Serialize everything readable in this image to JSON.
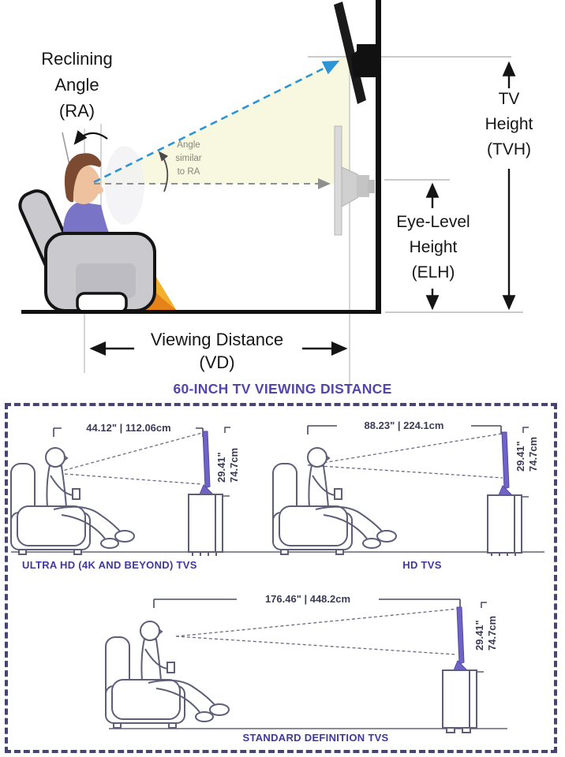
{
  "colors": {
    "accent_purple": "#5246ad",
    "label_purple": "#40389c",
    "border_purple": "#474372",
    "sightline_blue": "#2d95d5",
    "triangle_fill": "#f8f8e0",
    "lineart_gray_blue": "#5e5e78",
    "tv_fill_purple": "#6f63c8",
    "chair_gray": "#c9c9ce",
    "shirt_purple": "#7a74c6",
    "feet_orange": "#e6821a"
  },
  "top_diagram": {
    "reclining_angle_label": "Reclining\nAngle\n(RA)",
    "angle_note": "Angle\nsimilar\nto RA",
    "tv_height_label": "TV\nHeight\n(TVH)",
    "eye_level_label": "Eye-Level\nHeight\n(ELH)",
    "viewing_distance_label": "Viewing Distance\n(VD)"
  },
  "section": {
    "title": "60-INCH TV VIEWING DISTANCE",
    "tvs": [
      {
        "label": "ULTRA HD (4K AND BEYOND) TVS",
        "distance": "44.12\" | 112.06cm",
        "tv_height_in": "29.41\"",
        "tv_height_cm": "74.7cm"
      },
      {
        "label": "HD TVS",
        "distance": "88.23\" | 224.1cm",
        "tv_height_in": "29.41\"",
        "tv_height_cm": "74.7cm"
      },
      {
        "label": "STANDARD DEFINITION TVS",
        "distance": "176.46\" | 448.2cm",
        "tv_height_in": "29.41\"",
        "tv_height_cm": "74.7cm"
      }
    ]
  }
}
